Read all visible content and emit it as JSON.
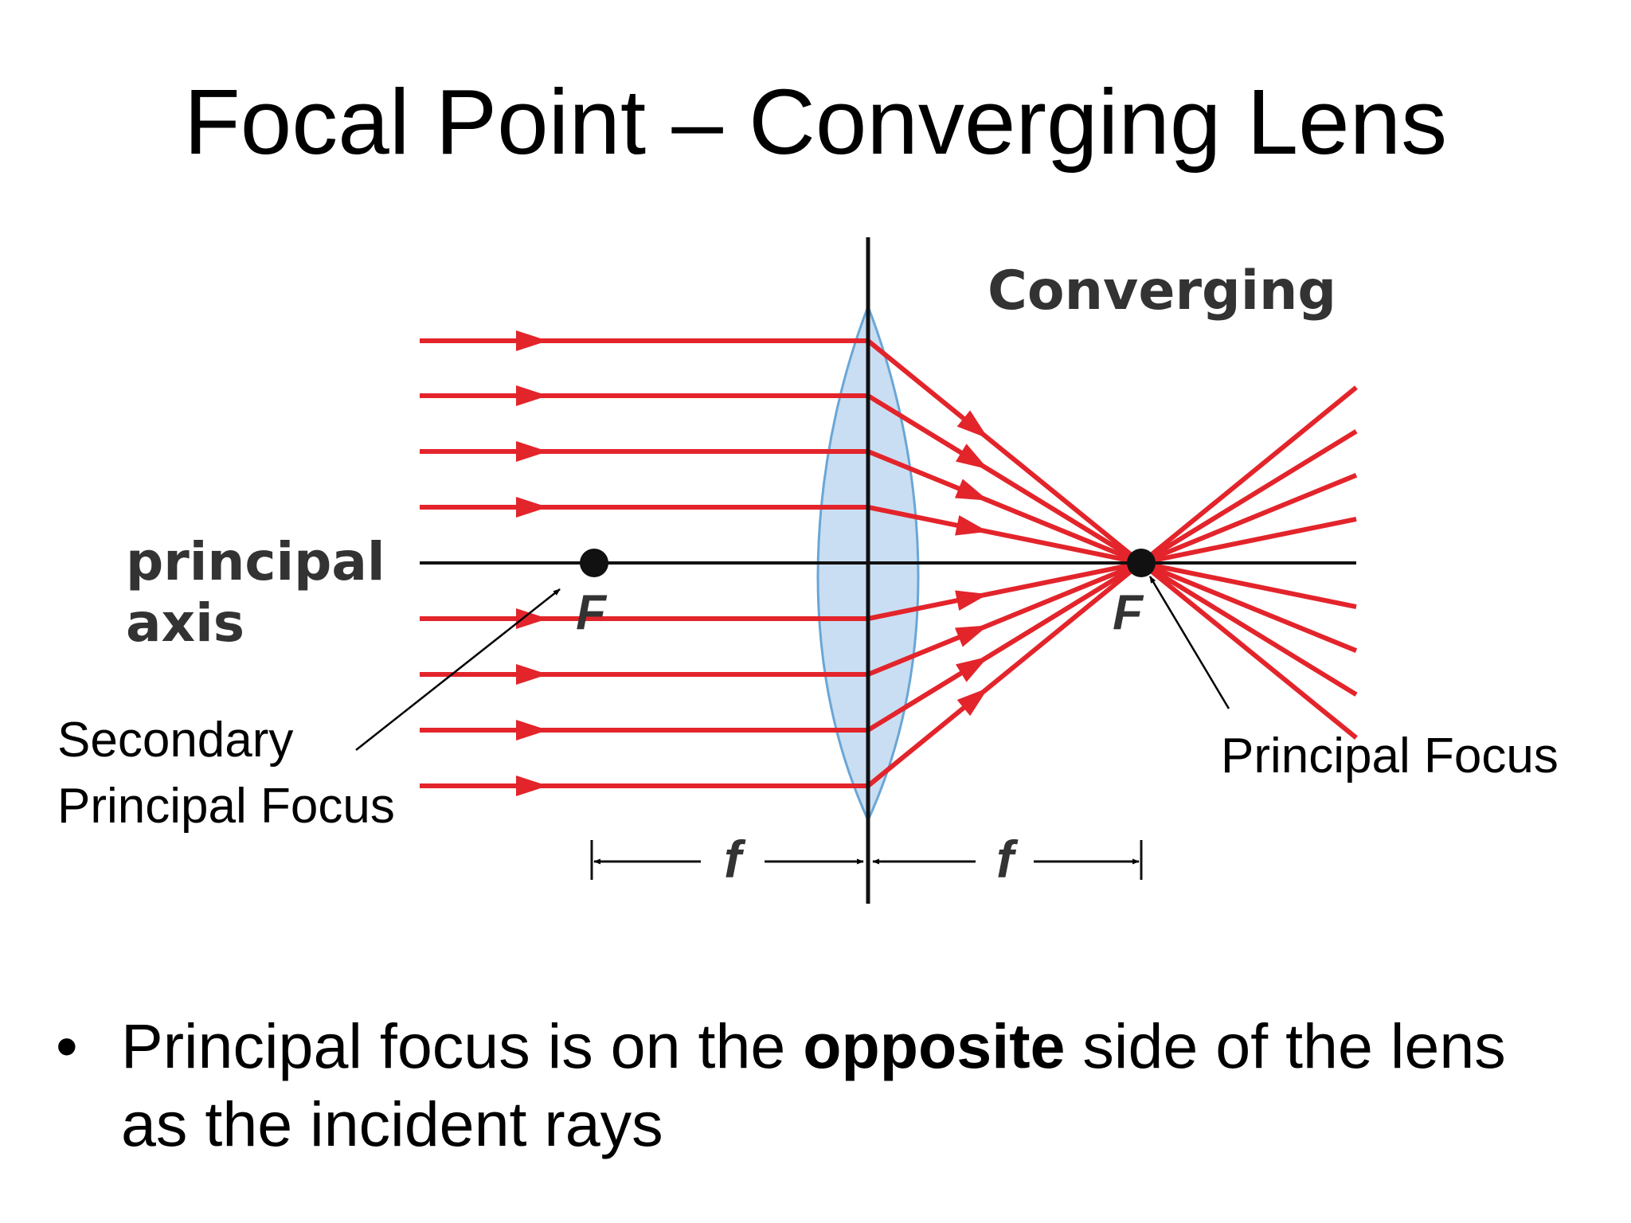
{
  "title": "Focal Point – Converging Lens",
  "diagram": {
    "heading": "Converging",
    "axis_label_line1": "principal",
    "axis_label_line2": "axis",
    "focus_symbol_left": "F",
    "focus_symbol_right": "F",
    "focal_length_symbol_left": "f",
    "focal_length_symbol_right": "f",
    "secondary_focus_label_line1": "Secondary",
    "secondary_focus_label_line2": "Principal Focus",
    "principal_focus_label": "Principal Focus",
    "ray_count": 8,
    "colors": {
      "ray": "#e3242b",
      "lens_fill": "#c9def2",
      "lens_edge": "#6aa6d6",
      "axis": "#111111",
      "heading": "#333333"
    }
  },
  "bullet": {
    "marker": "•",
    "text_before": "Principal focus is on the ",
    "text_bold": "opposite",
    "text_after": " side of the lens as the incident rays"
  }
}
